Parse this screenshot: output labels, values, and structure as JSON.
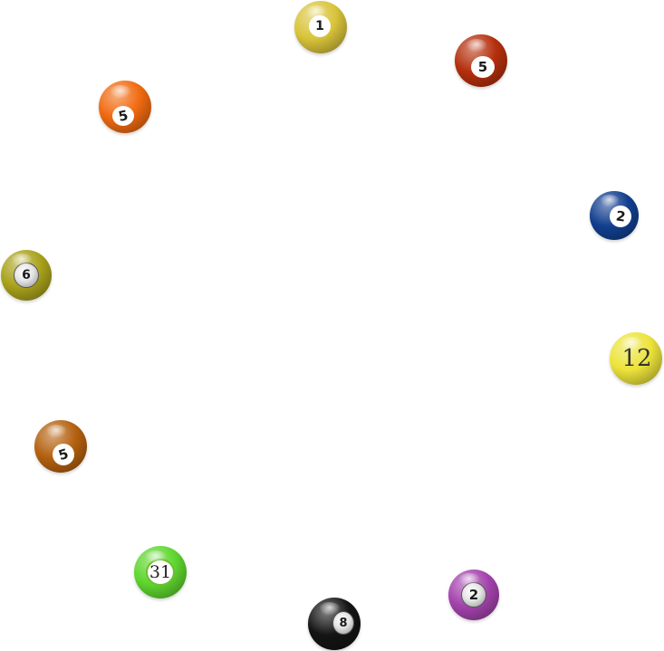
{
  "balls": [
    {
      "id": "ball-1-yellow",
      "number": "1",
      "color": "#d9c43a",
      "style": "plain",
      "tilt": 0
    },
    {
      "id": "ball-5-red",
      "number": "5",
      "color": "#b52f0d",
      "style": "plain",
      "tilt": 0
    },
    {
      "id": "ball-5-orange",
      "number": "5",
      "color": "#f06a10",
      "style": "plain",
      "tilt": -12
    },
    {
      "id": "ball-2-blue",
      "number": "2",
      "color": "#123f8f",
      "style": "plain",
      "tilt": 8
    },
    {
      "id": "ball-6-olive",
      "number": "6",
      "color": "#a9a21c",
      "style": "silver",
      "tilt": 0
    },
    {
      "id": "ball-12-yellow",
      "number": "12",
      "color": "#ece33a",
      "style": "serif",
      "tilt": 0
    },
    {
      "id": "ball-5-brown",
      "number": "5",
      "color": "#b4610f",
      "style": "plain",
      "tilt": -18
    },
    {
      "id": "ball-31-green",
      "number": "31",
      "color": "#5fd62e",
      "style": "ring",
      "tilt": 0
    },
    {
      "id": "ball-2-purple",
      "number": "2",
      "color": "#a443ad",
      "style": "silver",
      "tilt": 0
    },
    {
      "id": "ball-8-black",
      "number": "8",
      "color": "#141414",
      "style": "silver",
      "tilt": 0
    }
  ]
}
